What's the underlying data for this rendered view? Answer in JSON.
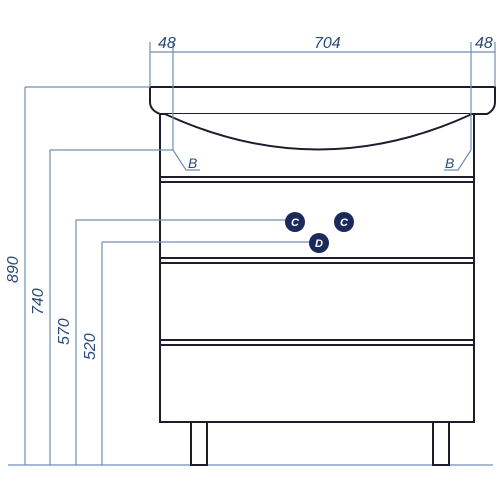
{
  "dimensions": {
    "left_margin": "48",
    "width": "704",
    "right_margin": "48",
    "height_total": "890",
    "height_sink": "740",
    "height_c": "570",
    "height_d": "520"
  },
  "markers": {
    "b_left": "B",
    "b_right": "B",
    "c_left": "C",
    "c_right": "C",
    "d": "D"
  },
  "colors": {
    "outline": "#1d1d2e",
    "dimension": "#6f8fb5",
    "text": "#2c4a78",
    "badge": "#1a2a5a"
  }
}
